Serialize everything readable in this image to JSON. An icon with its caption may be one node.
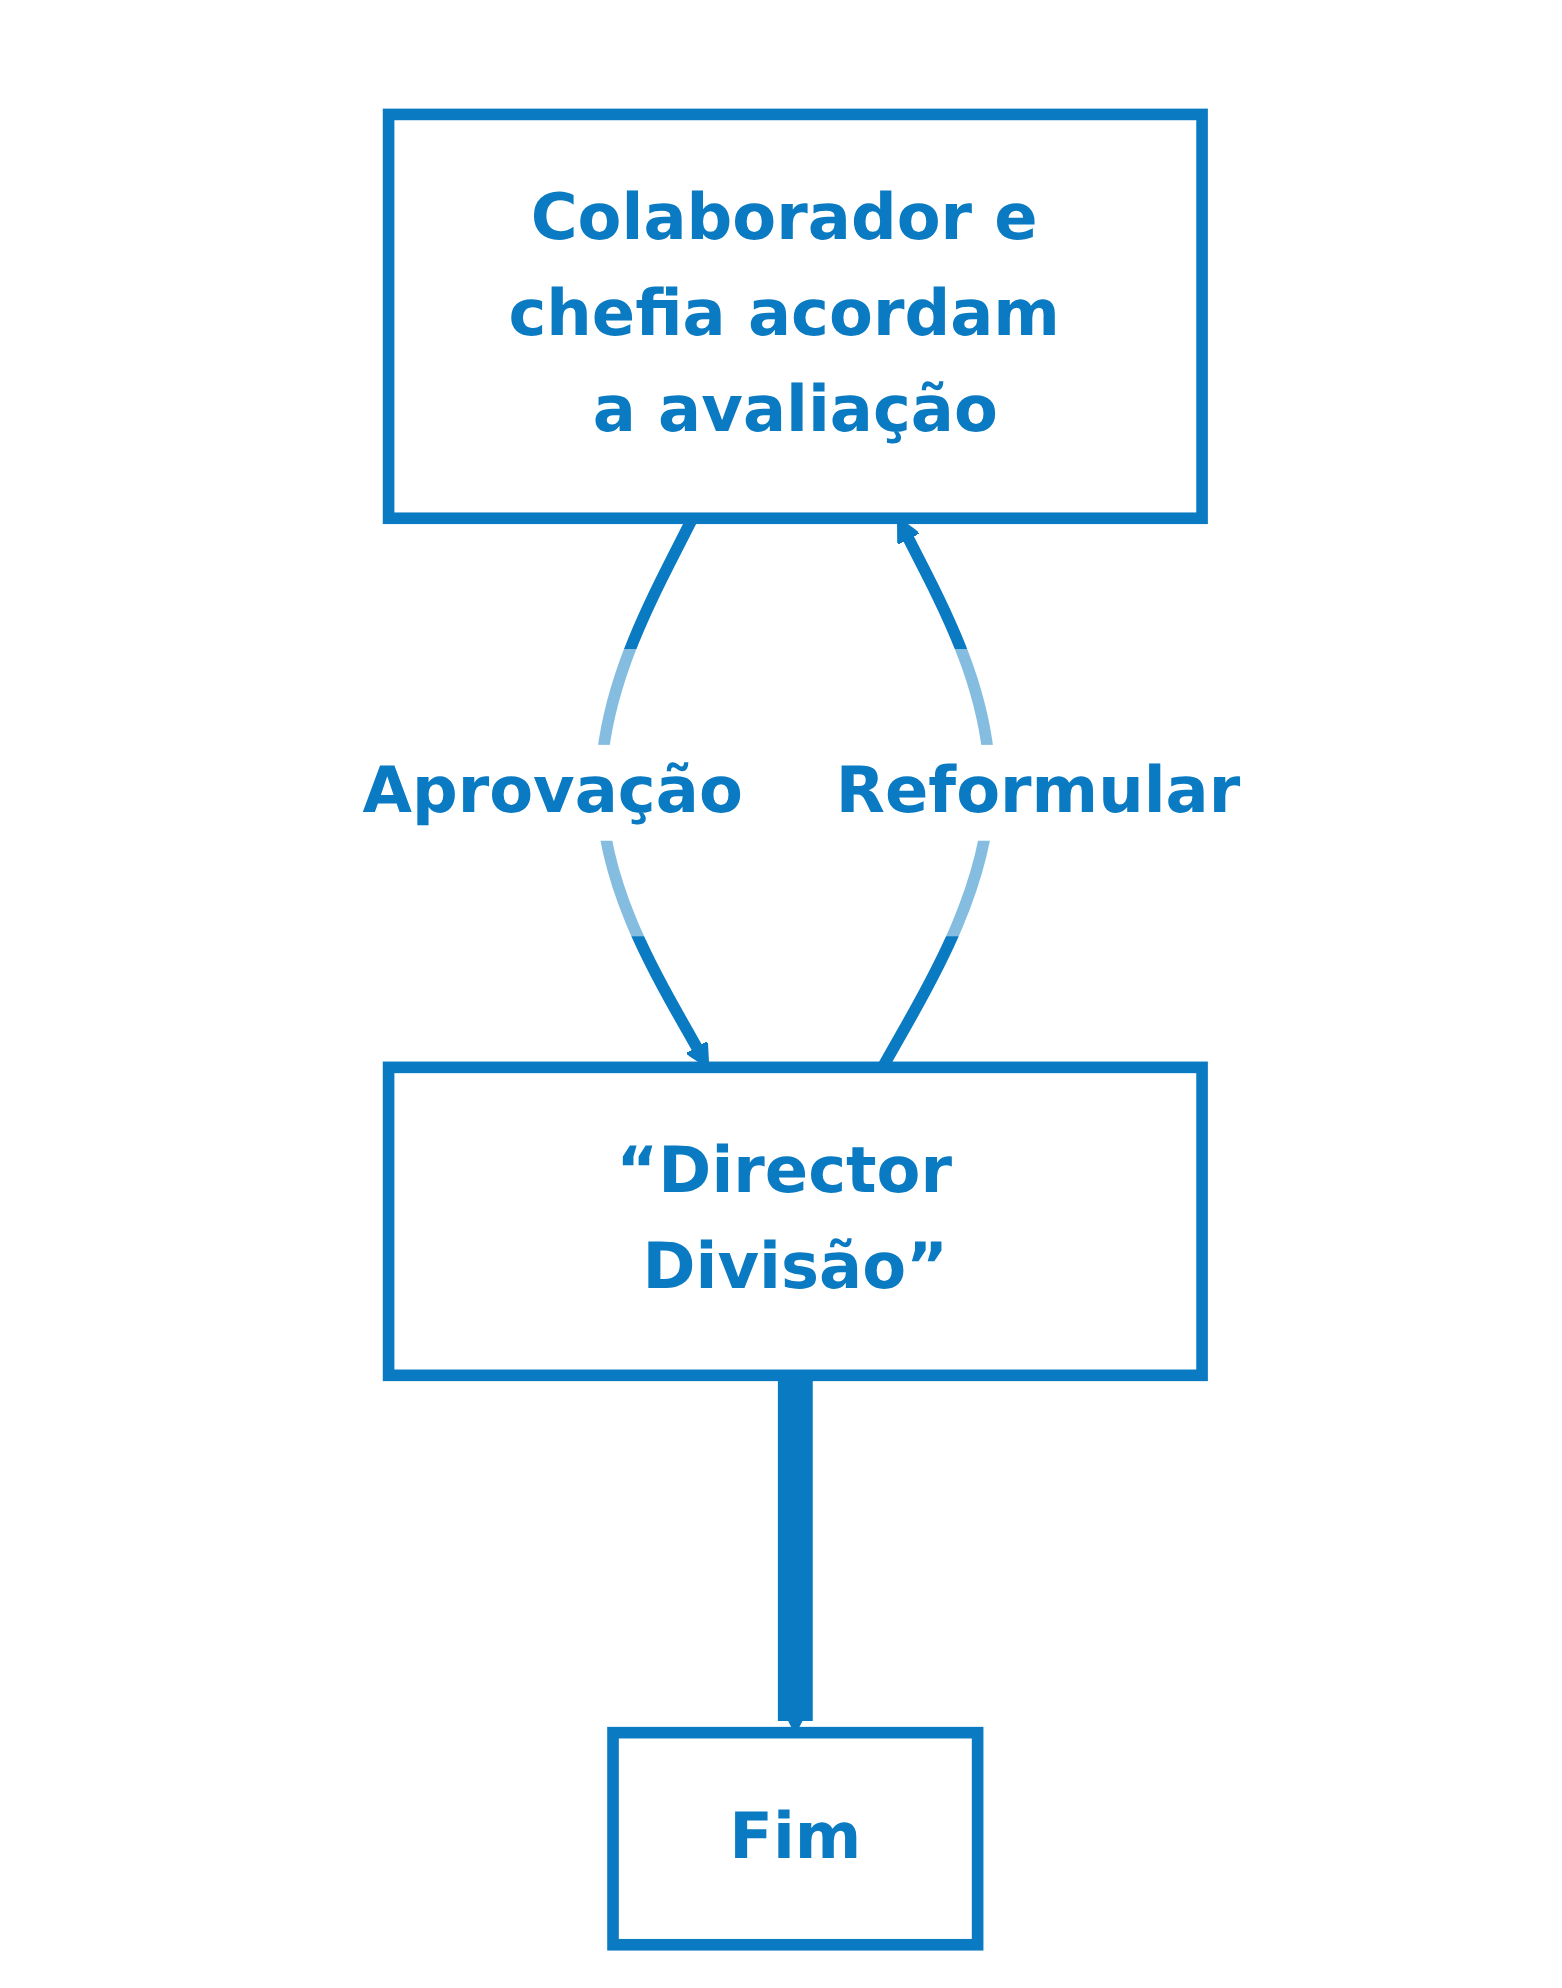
{
  "diagram": {
    "nodes": [
      {
        "text": [
          "Colaborador e chefia acordam a avaliação"
        ]
      },
      {
        "text": [
          "“Director Divisão”"
        ]
      },
      {
        "text": [
          "Fim"
        ]
      }
    ],
    "edges": [
      {
        "from": 0,
        "to": 1,
        "arrow": "to",
        "label": "Aprovação"
      },
      {
        "from": 1,
        "to": 0,
        "arrow": "to",
        "label": "Reformular"
      },
      {
        "from": 1,
        "to": 2,
        "arrow": "to",
        "style": "thick"
      }
    ]
  }
}
